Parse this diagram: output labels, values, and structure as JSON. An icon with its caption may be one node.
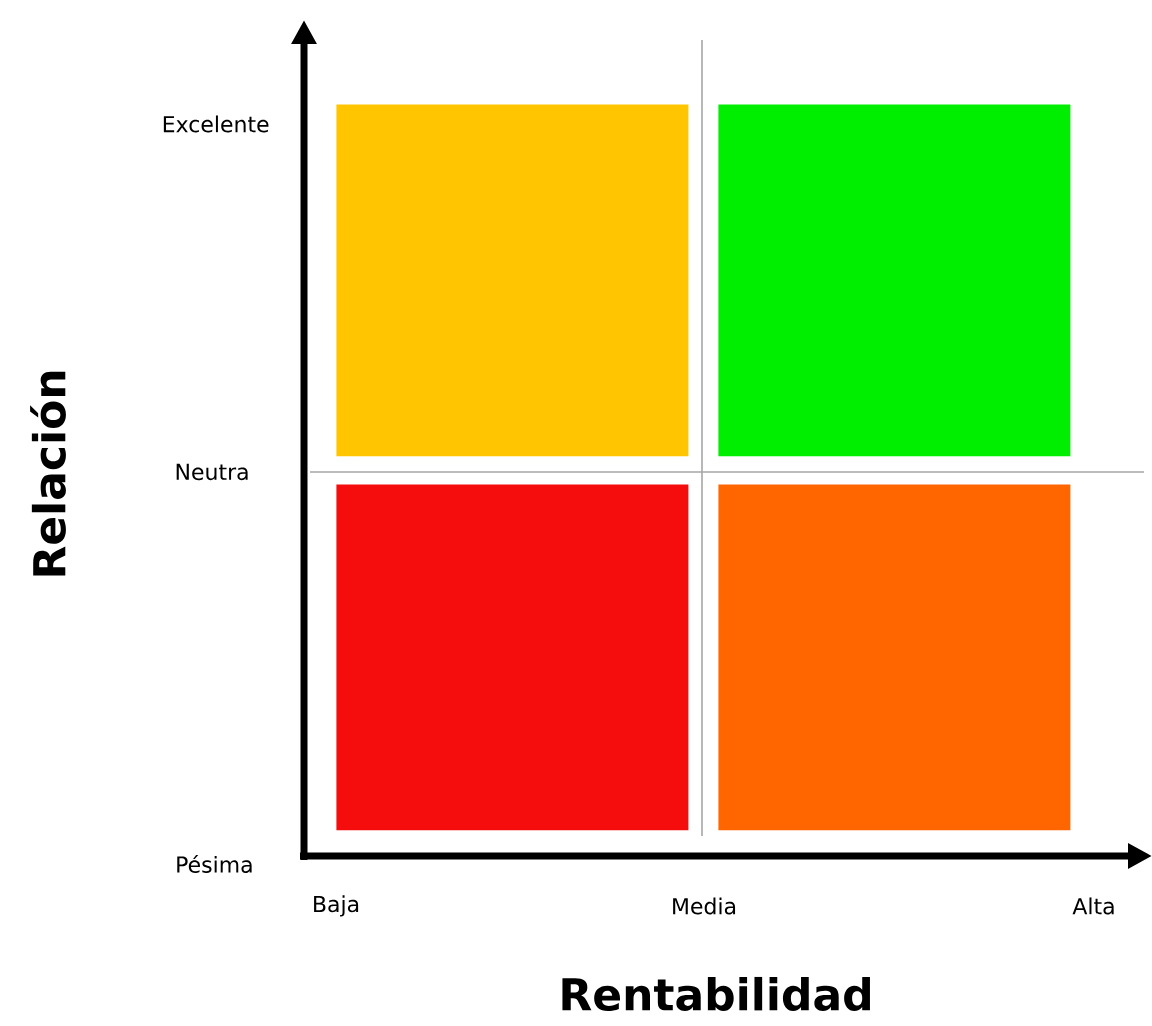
{
  "diagram": {
    "nodes": [
      {
        "text": [],
        "shape": "box"
      },
      {
        "text": [],
        "shape": "box"
      },
      {
        "text": [],
        "shape": "box"
      },
      {
        "text": [],
        "shape": "box"
      }
    ],
    "labels": [
      "Excelente",
      "Relación",
      "Neutra",
      "Pésima",
      "Baja",
      "Media",
      "Alta",
      "Rentabilidad"
    ]
  }
}
